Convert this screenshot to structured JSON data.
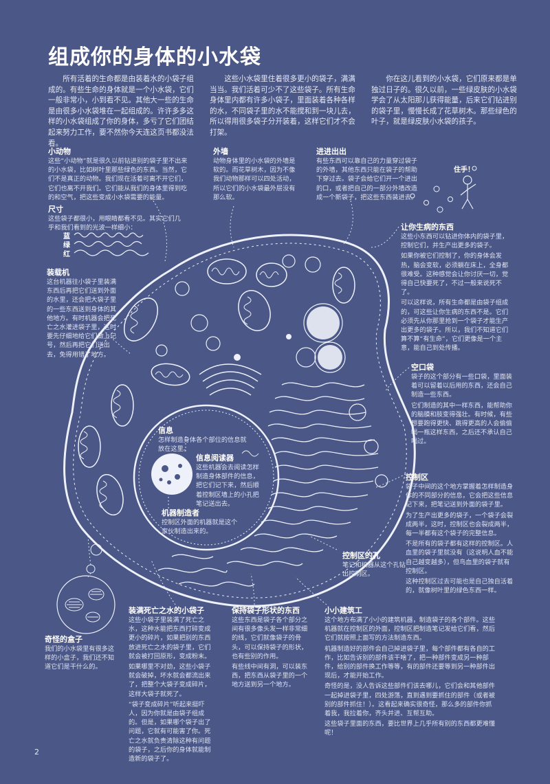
{
  "title": "组成你的身体的小水袋",
  "intro": [
    "所有活着的生命都是由装着水的小袋子组成的。有些生命的身体就是一个小水袋，它们一般非常小，小到看不见。其他大一些的生命是由很多小水袋堆在一起组成的。许许多多这样的小水袋组成了你的身体，多亏了它们团结起来努力工作，要不然你今天连这页书都没法看。",
    "这些小水袋里住着很多更小的袋子，满满当当。我们活着可少不了这些袋子。所有生命身体里内都有许多小袋子，里面装着各种各样的水，不同袋子里的水不能搅和到一块儿去，所以得用很多袋子分开装着，这样它们才不会打架。",
    "你在这儿看到的小水袋，它们原来都是单独过日子的。很久以前，一些绿皮肤的小水袋学会了从太阳那儿获得能量，后来它们钻进别的袋子里，慢慢长成了花草树木。那些绿色的叶子，就是绿皮肤小水袋的孩子。"
  ],
  "sections": {
    "small_animal": {
      "label": "小动物",
      "text": "这些“小动物”就是很久以前钻进别的袋子里不出来的小水袋，比如树叶里那些绿色的东西。当然，它们不是真正的动物。我们现在活着可离不开它们，它们也离不开我们。它们能从我们的身体里得到吃的和空气，把这些变成小水袋需要的能量。"
    },
    "size": {
      "label": "尺寸",
      "text": "这些袋子都很小，用眼睛都看不见。其实它们几乎和我们看到的光波一样细小："
    },
    "waves": [
      "蓝",
      "绿",
      "红"
    ],
    "outer_wall": {
      "label": "外墙",
      "text": "动物身体里的小水袋的外墙是软的。而花草树木，因为不像我们动物那样可以四处活动，所以它们的小水袋最外层没有那么软。"
    },
    "in_out": {
      "label": "进进出出",
      "text": "有些东西可以靠自己的力量穿过袋子的外墙，其他东西只能在袋子的帮助下穿过去。袋子会给它们开一个进出的口，或者把自己的一部分外墙改造成一个新袋子，把这些东西装进去。"
    },
    "helper_text": "住手！",
    "sick_things": {
      "label": "让你生病的东西",
      "paragraphs": [
        "这些小东西可以钻进你体内的袋子里，控制它们，并生产出更多的袋子。",
        "如果你被它们控制了，你的身体会发热，脑会变软，必须躺在床上，全身都很难受。这种感觉会让你讨厌一切，觉得自己快要死了，不过一般来说死不了。",
        "可以这样说，所有生命都是由袋子组成的，可这些让你生病的东西不是。它们必须先从你那里抢到一个袋子才能生产出更多的袋子。所以，我们不知道它们算不算“有生命”，它们更像是一个主意，能自己到处传播。"
      ]
    },
    "machine": {
      "label": "装载机",
      "text": "这台机器往小袋子里装满东西后再把它们送到外面的水里，还会把大袋子里的一些东西送到身体的其他地方。有时机器会把死亡之水灌进袋子里，这时要先仔细地给它们做上记号，然后再把它们送出去，免得用错了地方。"
    },
    "empty_bag": {
      "label": "空口袋",
      "paragraphs": [
        "袋子的这个部分有一些口袋，里面装着可以留着以后用的东西，还会自己制造一些东西。",
        "它们制造的其中一样东西，能帮助你的脑膜和肢变得强壮。有时候，有些想要跑得更快、跳得更高的人会偷偷喝一瓶这样东西，之后还不承认自己喝过。"
      ]
    },
    "info": {
      "label": "信息",
      "text": "怎样制造身体各个部位的信息就放在这里。"
    },
    "reader": {
      "label": "信息阅读器",
      "text": "这些机器会去阅读怎样制造身体部件的信息，把它们记下来，然后顺着控制区墙上的小孔把笔记送出去。"
    },
    "builder": {
      "label": "机器制造者",
      "text": "控制区外面的机器就是这个家伙制造出来的。"
    },
    "control": {
      "label": "控制区",
      "paragraphs": [
        "袋子中间的这个地方掌握着怎样制造身体的不同部分的信息，它会把这些信息记下来，把笔记送到外面的袋子里。",
        "为了生产出更多的袋子，一个袋子会裂成两半，这时，控制区也会裂成两半，每一半都有这个袋子的完整信息。",
        "不是所有的袋子都有这样的控制区。人血里的袋子里就没有（这说明人血不能自己越变越多），但鸟血里的袋子就有控制区。",
        "这种控制区过去可能也是自己独自活着的，就像树叶里的绿色东西一样。"
      ]
    },
    "holes": {
      "label": "控制区的孔",
      "text": "笔记和机器从这个孔钻出控制区。"
    },
    "strange_box": {
      "label": "奇怪的盒子",
      "text": "我们的小水袋里有很多这样的小盒子，我们还不知道它们是干什么的。"
    },
    "death_water": {
      "label": "装满死亡之水的小袋子",
      "paragraphs": [
        "这些小袋子里装满了死亡之水，这种水能把东西打碎变成更小的碎片，如果把别的东西放进死亡之水的袋子里，它们就会被打回原形，变成粉末。",
        "如果哪里不对劲，这些小袋子就会破掉，坏水就会都流出来了，把整个大袋子变成碎片，这样大袋子就死了。",
        "“袋子变成碎片”听起来挺吓人，因为你就是由袋子组成的。但是，如果哪个袋子出了问题，它就有可能害了你。死亡之水就负责清除这种有问题的袋子，之后你的身体就能制造新的袋子了。"
      ]
    },
    "shape_keeper": {
      "label": "保持袋子形状的东西",
      "paragraphs": [
        "这些东西是袋子各个部分之间有很多像头发一样非常细的线，它们就像袋子的骨头，可以保持袋子的形状，也有些别的作用。",
        "有些线中间有洞，可以装东西，把东西从袋子里的一个地方送到另一个地方。"
      ]
    },
    "workers": {
      "label": "小小建筑工",
      "paragraphs": [
        "这个地方布满了小小的建筑机器，制造袋子的各个部件。这些机器就在控制区的外面，控制区把制造笔记发给它们看，然后它们就按照上面写的方法制造东西。",
        "机器制造好的部件会自己掉进袋子里，每个部件都有各自的工作，比如告诉别的部件该干啥了，把一种部件变成另一种部件，给别的部件换工作等等，有的部件还要等到另一种部件出现后，才能开始工作。",
        "奇怪的是，没人告诉这些部件们该去哪儿，它们会和其他部件一起掉进袋子里，四处游荡，直到遇到要抓住的部件（或者被别的部件抓住！）。这看起来确实很奇怪，那么多的部件你抓着我，我拉着你，齐头并进、互帮互助。",
        "这些袋子里面的东西，要比世界上几乎所有别的东西都更难懂呢！"
      ]
    }
  },
  "page_number": "2",
  "colors": {
    "background": "#4a5787",
    "line": "#eef1fa",
    "text": "#e6e9f4"
  }
}
